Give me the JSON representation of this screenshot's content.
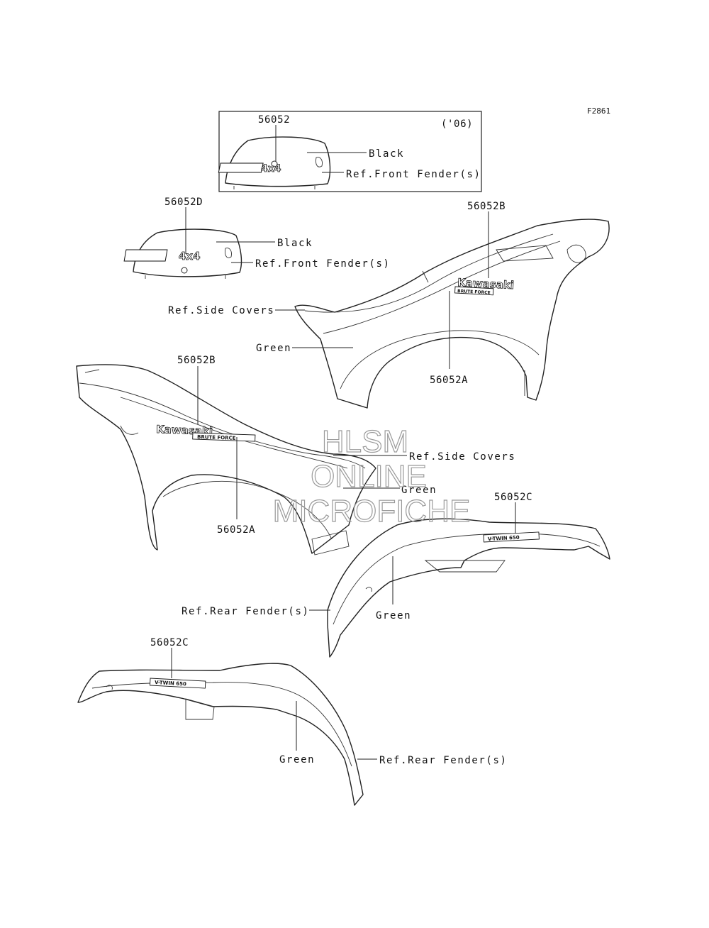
{
  "figure_code": "F2861",
  "inset_box": {
    "year": "('06)",
    "part_number": "56052",
    "color": "Black",
    "ref": "Ref.Front Fender(s)",
    "decal_text": "4x4"
  },
  "front_decal": {
    "part_number": "56052D",
    "color": "Black",
    "ref": "Ref.Front Fender(s)",
    "decal_text": "4x4"
  },
  "right_side_cover": {
    "part_number_logo": "56052B",
    "part_number_model": "56052A",
    "ref": "Ref.Side Covers",
    "color": "Green",
    "logo_text": "Kawasaki",
    "model_text": "BRUTE FORCE"
  },
  "left_side_cover": {
    "part_number_logo": "56052B",
    "part_number_model": "56052A",
    "ref": "Ref.Side Covers",
    "color": "Green",
    "logo_text": "Kawasaki",
    "model_text": "BRUTE FORCE"
  },
  "right_rear_fender": {
    "part_number": "56052C",
    "ref": "Ref.Rear Fender(s)",
    "color": "Green",
    "emblem_text": "V-TWIN 650"
  },
  "left_rear_fender": {
    "part_number": "56052C",
    "ref": "Ref.Rear Fender(s)",
    "color": "Green",
    "emblem_text": "V-TWIN 650"
  },
  "watermark": {
    "line1": "HLSM",
    "line2": "ONLINE",
    "line3": "MICROFICHE"
  }
}
